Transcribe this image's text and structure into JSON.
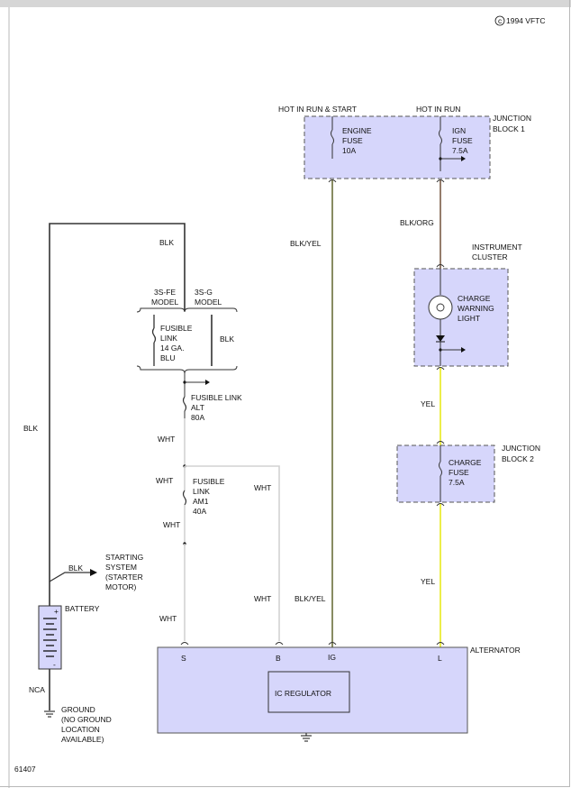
{
  "copyright": "1994 VFTC",
  "figure_number": "61407",
  "colors": {
    "wire_black": "#333333",
    "wire_white": "#d2d2d2",
    "wire_blk_yel": "#6b6f3a",
    "wire_blk_org": "#7a5c46",
    "wire_yellow": "#e8ea1c",
    "component_fill": "#d6d6fb"
  },
  "labels": {
    "hot_run_start": "HOT IN RUN & START",
    "hot_run": "HOT IN RUN",
    "junction_block_1_line1": "JUNCTION",
    "junction_block_1_line2": "BLOCK 1",
    "engine_fuse": [
      "ENGINE",
      "FUSE",
      "10A"
    ],
    "ign_fuse": [
      "IGN",
      "FUSE",
      "7.5A"
    ],
    "blk_org": "BLK/ORG",
    "instrument_cluster": [
      "INSTRUMENT",
      "CLUSTER"
    ],
    "charge_warning_light": [
      "CHARGE",
      "WARNING",
      "LIGHT"
    ],
    "yel_upper": "YEL",
    "yel_lower": "YEL",
    "junction_block_2_line1": "JUNCTION",
    "junction_block_2_line2": "BLOCK 2",
    "charge_fuse": [
      "CHARGE",
      "FUSE",
      "7.5A"
    ],
    "blk_yel_upper": "BLK/YEL",
    "blk_yel_lower": "BLK/YEL",
    "blk_top": "BLK",
    "model_3sfe": [
      "3S-FE",
      "MODEL"
    ],
    "model_3sg": [
      "3S-G",
      "MODEL"
    ],
    "fusible_link_14ga": [
      "FUSIBLE",
      "LINK",
      "14 GA.",
      "BLU"
    ],
    "blk_3sg": "BLK",
    "fusible_link_alt": [
      "FUSIBLE LINK",
      "ALT",
      "80A"
    ],
    "wht_1": "WHT",
    "wht_2": "WHT",
    "fusible_link_am1": [
      "FUSIBLE",
      "LINK",
      "AM1",
      "40A"
    ],
    "wht_3": "WHT",
    "wht_4": "WHT",
    "wht_5": "WHT",
    "wht_6": "WHT",
    "blk_left": "BLK",
    "blk_starter": "BLK",
    "starting_system": [
      "STARTING",
      "SYSTEM",
      "(STARTER",
      "MOTOR)"
    ],
    "battery": "BATTERY",
    "nca": "NCA",
    "ground": [
      "GROUND",
      "(NO GROUND",
      "LOCATION",
      "AVAILABLE)"
    ],
    "alternator": "ALTERNATOR",
    "ic_regulator": "IC REGULATOR",
    "terminal_s": "S",
    "terminal_b": "B",
    "terminal_ig": "IG",
    "terminal_l": "L"
  }
}
